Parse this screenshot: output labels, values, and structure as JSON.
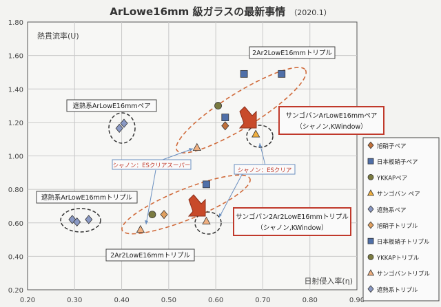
{
  "chart_data": {
    "type": "scatter",
    "title": "ArLowe16mm 級ガラスの最新事情",
    "title_suffix": "（2020.1）",
    "xlabel": "日射侵入率(η)",
    "ylabel": "熱貫流率(U)",
    "xlim": [
      0.2,
      0.9
    ],
    "ylim": [
      0.2,
      1.8
    ],
    "x_ticks": [
      "0.20",
      "0.30",
      "0.40",
      "0.50",
      "0.60",
      "0.70",
      "0.80",
      "0.90"
    ],
    "y_ticks": [
      "0.20",
      "0.40",
      "0.60",
      "0.80",
      "1.00",
      "1.20",
      "1.40",
      "1.60",
      "1.80"
    ],
    "grid": true,
    "legend_position": "right",
    "series": [
      {
        "name": "旭硝子ペア",
        "marker": "diamond",
        "color": "#c0703a",
        "points": [
          [
            0.62,
            1.18
          ]
        ]
      },
      {
        "name": "日本板硝子ペア",
        "marker": "square",
        "color": "#4f6fa8",
        "points": [
          [
            0.62,
            1.23
          ]
        ]
      },
      {
        "name": "YKKAPペア",
        "marker": "circle",
        "color": "#7a7a40",
        "points": [
          [
            0.605,
            1.3
          ]
        ]
      },
      {
        "name": "サンゴバン ペア",
        "marker": "triangle",
        "color": "#f0b040",
        "points": [
          [
            0.685,
            1.13
          ]
        ]
      },
      {
        "name": "遮熱系ペア",
        "marker": "diamond",
        "color": "#8a99c4",
        "points": [
          [
            0.395,
            1.165
          ],
          [
            0.405,
            1.195
          ]
        ]
      },
      {
        "name": "旭硝子トリプル",
        "marker": "diamond",
        "color": "#e0a060",
        "points": [
          [
            0.49,
            0.65
          ]
        ]
      },
      {
        "name": "日本板硝子トリプル",
        "marker": "square",
        "color": "#4f6fa8",
        "points": [
          [
            0.58,
            0.83
          ],
          [
            0.66,
            1.49
          ],
          [
            0.74,
            1.49
          ]
        ]
      },
      {
        "name": "YKKAPトリプル",
        "marker": "circle",
        "color": "#7a7a40",
        "points": [
          [
            0.465,
            0.65
          ]
        ]
      },
      {
        "name": "サンゴバントリプル",
        "marker": "triangle",
        "color": "#f0b080",
        "points": [
          [
            0.44,
            0.56
          ],
          [
            0.58,
            0.61
          ],
          [
            0.56,
            1.05
          ]
        ]
      },
      {
        "name": "遮熱系トリプル",
        "marker": "diamond",
        "color": "#8a99c4",
        "points": [
          [
            0.295,
            0.62
          ],
          [
            0.305,
            0.605
          ],
          [
            0.33,
            0.62
          ]
        ]
      }
    ],
    "annotations": {
      "triple_ar2": "2Ar2LowE16mmトリプル",
      "pair_shanetsu": "遮熱系ArLowE16mmペア",
      "triple_shanetsu": "遮熱系ArLowE16mmトリプル",
      "triple_ar2_bottom": "2Ar2LowE16mmトリプル",
      "sgb_pair_line1": "サンゴバンArLowE16mmペア",
      "sgb_pair_line2": "（シャノン,KWindow）",
      "sgb_triple_line1": "サンゴバン2Ar2LowE16mmトリプル",
      "sgb_triple_line2": "（シャノン,KWindow）",
      "shannon_super": "シャノン：ESクリアスーパー",
      "shannon_clear": "シャノン：ESクリア"
    }
  }
}
